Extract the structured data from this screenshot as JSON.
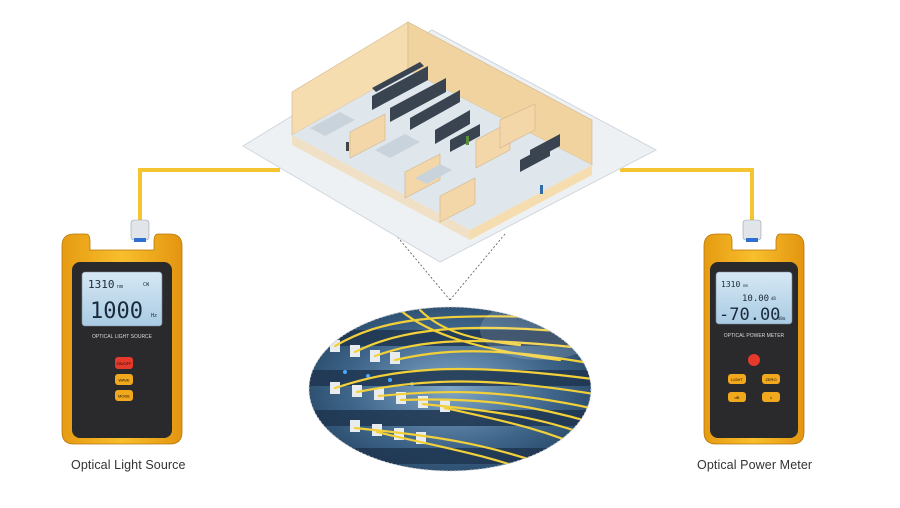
{
  "labels": {
    "left_device": "Optical Light Source",
    "right_device": "Optical Power Meter"
  },
  "left_device": {
    "screen_top": "1310",
    "screen_top_unit": "nm",
    "screen_top_badge": "CW",
    "screen_main": "1000",
    "screen_main_unit": "Hz",
    "panel_label": "OPTICAL LIGHT SOURCE",
    "buttons": [
      "ON/OFF",
      "WAVE",
      "MODE"
    ]
  },
  "right_device": {
    "screen_top": "1310",
    "screen_top_unit": "nm",
    "screen_mid": "10.00",
    "screen_mid_unit": "dB",
    "screen_main": "-70.00",
    "screen_main_unit": "dBm",
    "panel_label": "OPTICAL POWER METER",
    "buttons": [
      "LIGHT",
      "ZERO",
      "dB",
      "λ"
    ]
  },
  "colors": {
    "device_body": "#f5b21e",
    "fiber_cable": "#f4c531",
    "lcd": "#b9d6ea"
  }
}
